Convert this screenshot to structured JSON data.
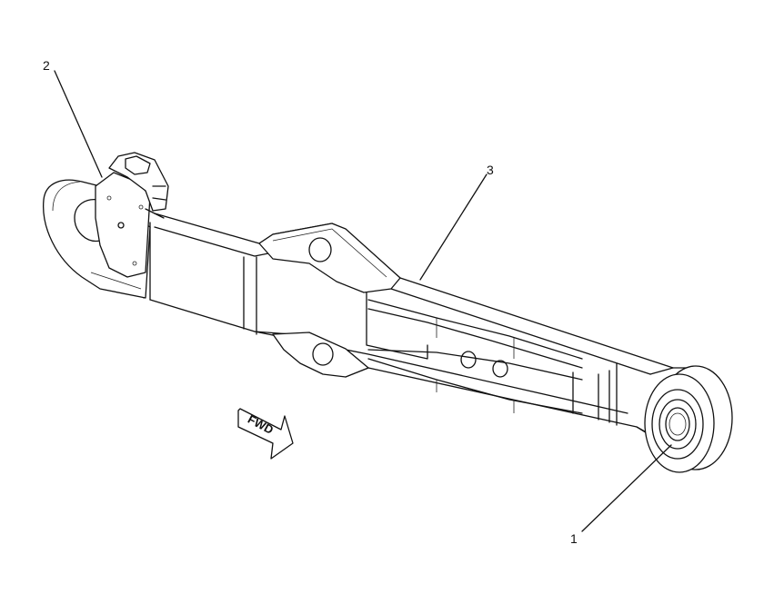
{
  "callouts": [
    {
      "id": "1",
      "label": "1"
    },
    {
      "id": "2",
      "label": "2"
    },
    {
      "id": "3",
      "label": "3"
    }
  ],
  "direction_marker": {
    "label": "FWD"
  }
}
